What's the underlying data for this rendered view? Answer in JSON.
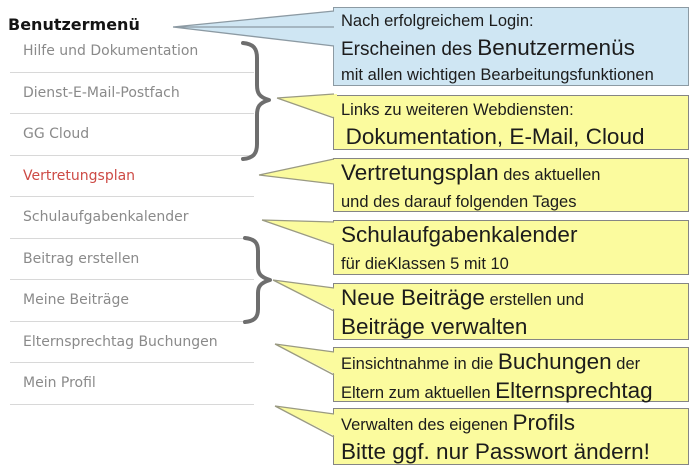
{
  "menu": {
    "title": "Benutzermenü",
    "items": [
      {
        "label": "Hilfe und Dokumentation",
        "emphasis": "default"
      },
      {
        "label": "Dienst-E-Mail-Postfach",
        "emphasis": "default"
      },
      {
        "label": "GG Cloud",
        "emphasis": "default"
      },
      {
        "label": "Vertretungsplan",
        "emphasis": "red"
      },
      {
        "label": "Schulaufgabenkalender",
        "emphasis": "default"
      },
      {
        "label": "Beitrag erstellen",
        "emphasis": "default"
      },
      {
        "label": "Meine Beiträge",
        "emphasis": "default"
      },
      {
        "label": "Elternsprechtag Buchungen",
        "emphasis": "default"
      },
      {
        "label": "Mein Profil",
        "emphasis": "default"
      }
    ]
  },
  "callouts": [
    {
      "name": "callout-login",
      "style": "blue",
      "lines": [
        [
          {
            "t": "Nach erfolgreichem Login:",
            "size": "small"
          }
        ],
        [
          {
            "t": "Erscheinen des ",
            "size": "mid"
          },
          {
            "t": "Benutzermenüs",
            "size": "big"
          }
        ],
        [
          {
            "t": "mit allen wichtigen Bearbeitungsfunktionen",
            "size": "small"
          }
        ]
      ]
    },
    {
      "name": "callout-webdienste",
      "style": "yellow",
      "lines": [
        [
          {
            "t": "Links zu weiteren Webdiensten:",
            "size": "small"
          }
        ],
        [
          {
            "t": " ",
            "size": "small"
          },
          {
            "t": "Dokumentation, E-Mail, Cloud",
            "size": "big"
          }
        ]
      ]
    },
    {
      "name": "callout-vertretungsplan",
      "style": "yellow",
      "lines": [
        [
          {
            "t": "Vertretungsplan",
            "size": "big"
          },
          {
            "t": " des aktuellen",
            "size": "small"
          }
        ],
        [
          {
            "t": "und des darauf folgenden Tages",
            "size": "small"
          }
        ]
      ]
    },
    {
      "name": "callout-schulaufgabenkalender",
      "style": "yellow",
      "lines": [
        [
          {
            "t": "Schulaufgabenkalender",
            "size": "big"
          }
        ],
        [
          {
            "t": "für dieKlassen 5 mit 10",
            "size": "small"
          }
        ]
      ]
    },
    {
      "name": "callout-beitraege",
      "style": "yellow",
      "lines": [
        [
          {
            "t": "Neue Beiträge",
            "size": "big"
          },
          {
            "t": " erstellen und",
            "size": "small"
          }
        ],
        [
          {
            "t": "Beiträge verwalten",
            "size": "big"
          }
        ]
      ]
    },
    {
      "name": "callout-elternsprechtag",
      "style": "yellow",
      "lines": [
        [
          {
            "t": "Einsichtnahme in die ",
            "size": "small"
          },
          {
            "t": "Buchungen",
            "size": "big"
          },
          {
            "t": " der",
            "size": "small"
          }
        ],
        [
          {
            "t": "Eltern zum aktuellen ",
            "size": "small"
          },
          {
            "t": "Elternsprechtag",
            "size": "big"
          }
        ]
      ]
    },
    {
      "name": "callout-profil",
      "style": "yellow",
      "lines": [
        [
          {
            "t": "Verwalten des eigenen ",
            "size": "small"
          },
          {
            "t": "Profils",
            "size": "big"
          }
        ],
        [
          {
            "t": "Bitte ggf. nur Passwort ändern!",
            "size": "big"
          }
        ]
      ]
    }
  ],
  "colors": {
    "callout_blue_fill": "#cfe6f3",
    "callout_blue_border": "#8c9aa3",
    "callout_yellow_fill": "#fbfb9e",
    "callout_yellow_border": "#858585",
    "wedge_yellow_stroke": "#9a9a82",
    "brace_gray": "#6e6e6e",
    "menu_item_gray": "#8a8a8a",
    "menu_item_red": "#cd4a45",
    "separator": "#d8d8d8",
    "text_dark": "#1c1c1c"
  }
}
